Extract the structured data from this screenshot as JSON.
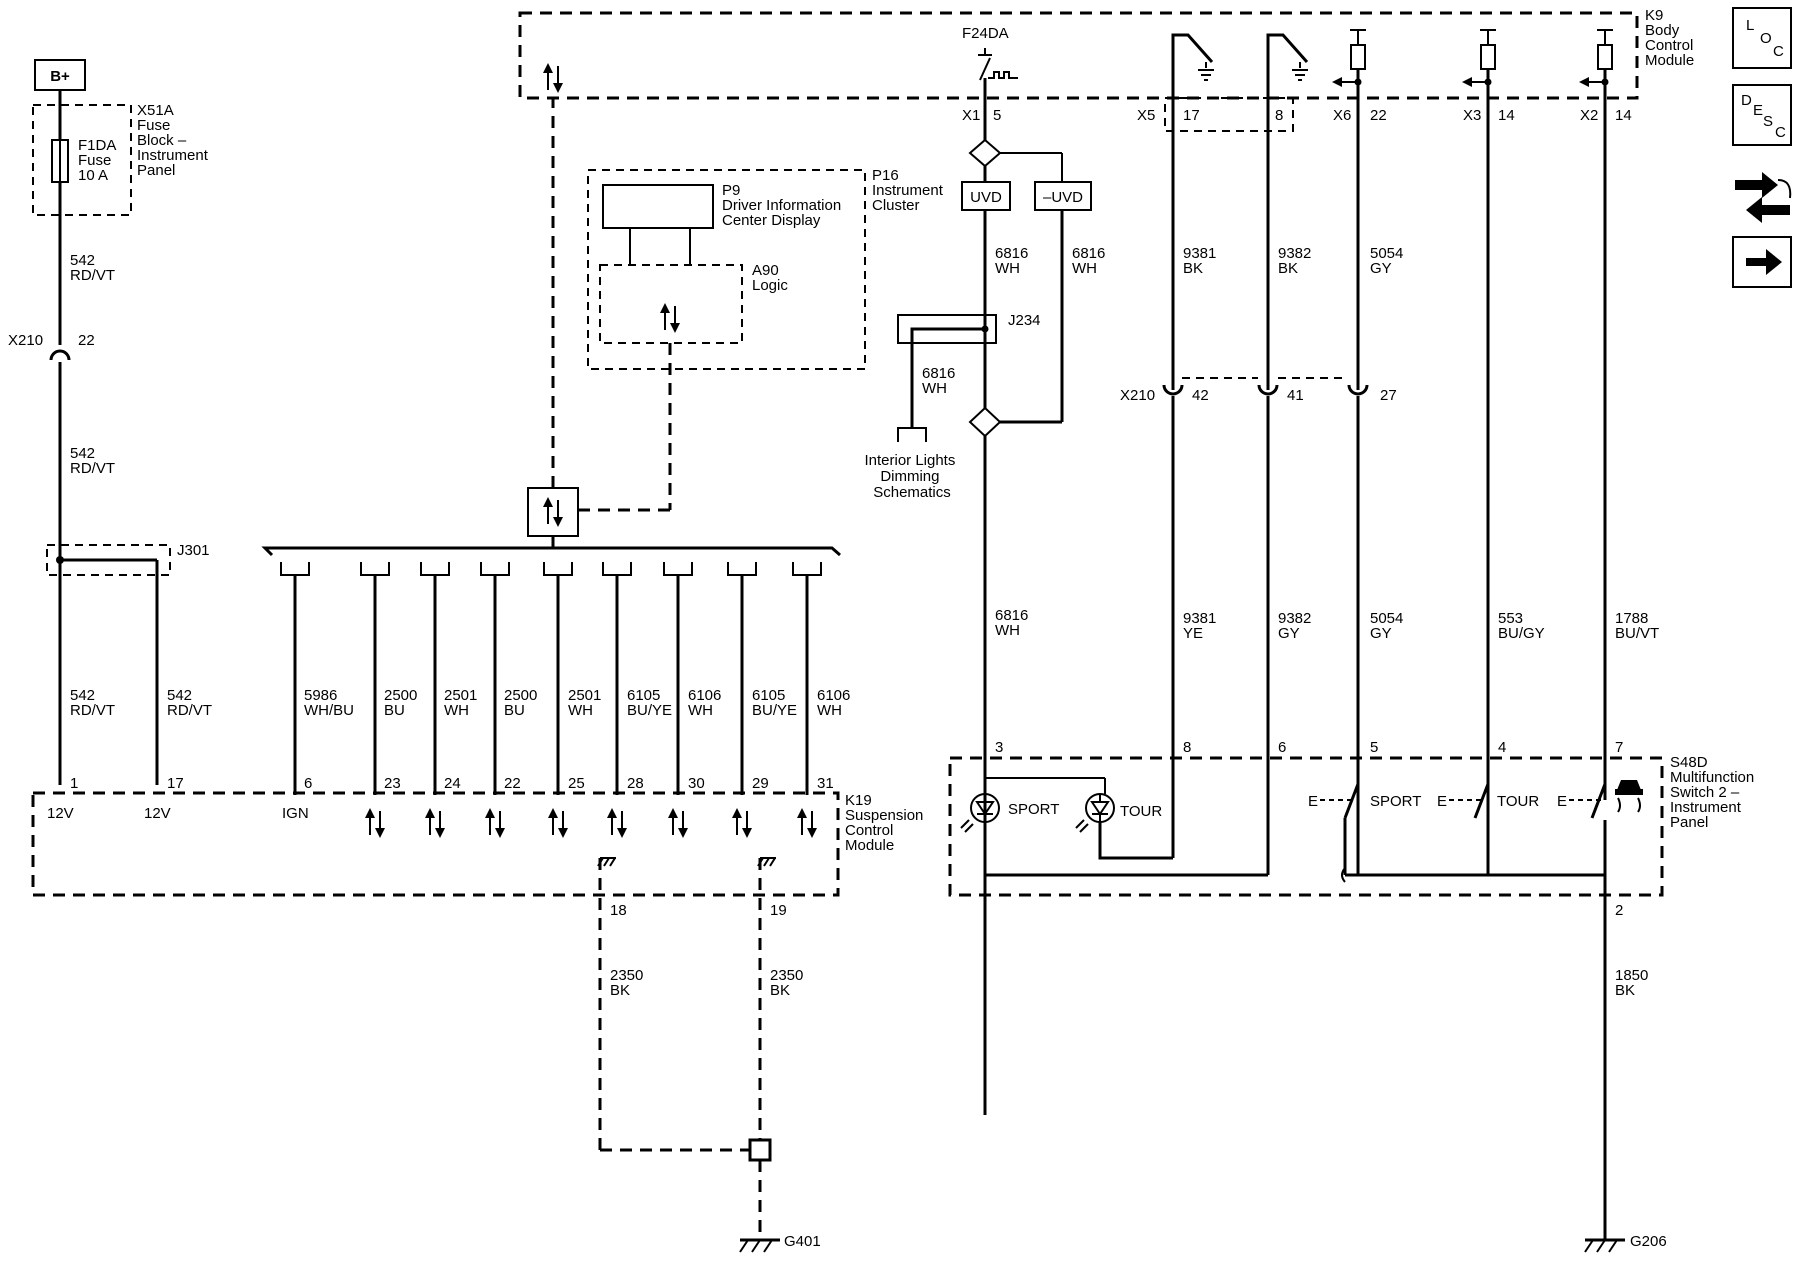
{
  "power": {
    "bplus": "B+",
    "fuse_block": [
      "X51A",
      "Fuse",
      "Block –",
      "Instrument",
      "Panel"
    ],
    "fuse": [
      "F1DA",
      "Fuse",
      "10 A"
    ]
  },
  "connectors": {
    "x210": "X210",
    "x210_pin22": "22",
    "x210_pin42": "42",
    "x210_pin41": "41",
    "x210_pin27": "27",
    "x1": "X1",
    "x1_pin": "5",
    "x5": "X5",
    "x5_pin17": "17",
    "x5_pin8": "8",
    "x6": "X6",
    "x6_pin": "22",
    "x3": "X3",
    "x3_pin": "14",
    "x2": "X2",
    "x2_pin": "14"
  },
  "splices": {
    "j301": "J301",
    "j234": "J234"
  },
  "modules": {
    "k9": [
      "K9",
      "Body",
      "Control",
      "Module"
    ],
    "f24da": "F24DA",
    "p16": [
      "P16",
      "Instrument",
      "Cluster"
    ],
    "p9": [
      "P9",
      "Driver Information",
      "Center Display"
    ],
    "a90": [
      "A90",
      "Logic"
    ],
    "uvd": "UVD",
    "neg_uvd": "–UVD",
    "k19": [
      "K19",
      "Suspension",
      "Control",
      "Module"
    ],
    "s48d": [
      "S48D",
      "Multifunction",
      "Switch 2 –",
      "Instrument",
      "Panel"
    ],
    "interior": [
      "Interior Lights",
      "Dimming",
      "Schematics"
    ]
  },
  "wires": {
    "w542": [
      "542",
      "RD/VT"
    ],
    "w6816": [
      "6816",
      "WH"
    ],
    "w9381_bk": [
      "9381",
      "BK"
    ],
    "w9382_bk": [
      "9382",
      "BK"
    ],
    "w5054": [
      "5054",
      "GY"
    ],
    "w9381_ye": [
      "9381",
      "YE"
    ],
    "w9382_gy": [
      "9382",
      "GY"
    ],
    "w553": [
      "553",
      "BU/GY"
    ],
    "w1788": [
      "1788",
      "BU/VT"
    ],
    "w1850": [
      "1850",
      "BK"
    ],
    "w2350": [
      "2350",
      "BK"
    ]
  },
  "k19_pins": [
    {
      "num": "1",
      "label": "12V",
      "wire": [
        "542",
        "RD/VT"
      ],
      "arrow": false
    },
    {
      "num": "17",
      "label": "12V",
      "wire": [
        "542",
        "RD/VT"
      ],
      "arrow": false
    },
    {
      "num": "6",
      "label": "IGN",
      "wire": [
        "5986",
        "WH/BU"
      ],
      "arrow": false
    },
    {
      "num": "23",
      "label": "",
      "wire": [
        "2500",
        "BU"
      ],
      "arrow": true
    },
    {
      "num": "24",
      "label": "",
      "wire": [
        "2501",
        "WH"
      ],
      "arrow": true
    },
    {
      "num": "22",
      "label": "",
      "wire": [
        "2500",
        "BU"
      ],
      "arrow": true
    },
    {
      "num": "25",
      "label": "",
      "wire": [
        "2501",
        "WH"
      ],
      "arrow": true
    },
    {
      "num": "28",
      "label": "",
      "wire": [
        "6105",
        "BU/YE"
      ],
      "arrow": true
    },
    {
      "num": "30",
      "label": "",
      "wire": [
        "6106",
        "WH"
      ],
      "arrow": true
    },
    {
      "num": "29",
      "label": "",
      "wire": [
        "6105",
        "BU/YE"
      ],
      "arrow": true
    },
    {
      "num": "31",
      "label": "",
      "wire": [
        "6106",
        "WH"
      ],
      "arrow": true
    }
  ],
  "k19_ground_pins": [
    "18",
    "19"
  ],
  "s48d_pins": {
    "p3": "3",
    "p8": "8",
    "p6": "6",
    "p5": "5",
    "p4": "4",
    "p7": "7",
    "p2": "2"
  },
  "s48d_labels": {
    "sport": "SPORT",
    "tour": "TOUR",
    "e": "E"
  },
  "grounds": {
    "g401": "G401",
    "g206": "G206"
  },
  "nav": {
    "loc": [
      "L",
      "O",
      "C"
    ],
    "desc": [
      "D",
      "E",
      "S",
      "C"
    ]
  }
}
